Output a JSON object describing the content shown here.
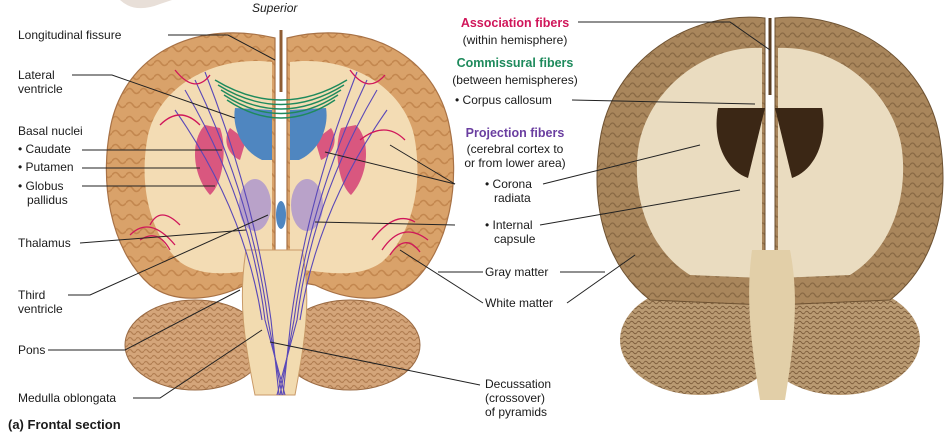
{
  "orientation_label": "Superior",
  "caption": "(a) Frontal section",
  "left_labels": {
    "longitudinal_fissure": "Longitudinal fissure",
    "lateral_ventricle_1": "Lateral",
    "lateral_ventricle_2": "ventricle",
    "basal_nuclei": "Basal nuclei",
    "caudate": "• Caudate",
    "putamen": "• Putamen",
    "globus_1": "• Globus",
    "globus_2": "pallidus",
    "thalamus": "Thalamus",
    "third_ventricle_1": "Third",
    "third_ventricle_2": "ventricle",
    "pons": "Pons",
    "medulla": "Medulla oblongata"
  },
  "center_labels": {
    "association_title": "Association fibers",
    "association_sub": "(within hemisphere)",
    "commissural_title": "Commissural fibers",
    "commissural_sub": "(between hemispheres)",
    "corpus_callosum": "• Corpus callosum",
    "projection_title": "Projection fibers",
    "projection_sub_1": "(cerebral cortex to",
    "projection_sub_2": "or from lower area)",
    "corona_1": "• Corona",
    "corona_2": "radiata",
    "internal_1": "• Internal",
    "internal_2": "capsule",
    "gray_matter": "Gray matter",
    "white_matter": "White matter",
    "decussation_1": "Decussation",
    "decussation_2": "(crossover)",
    "decussation_3": "of pyramids"
  },
  "colors": {
    "association": "#d0165a",
    "commissural": "#1e8a5c",
    "projection": "#6a3ea0",
    "cortex": "#d9a26a",
    "white_matter": "#f3dcb4",
    "ventricle": "#4f86c0",
    "basal_nuclei": "#d9577f",
    "thalamus": "#b9a2c9",
    "photo_gray": "#a07e54",
    "photo_white": "#eadcc0"
  }
}
